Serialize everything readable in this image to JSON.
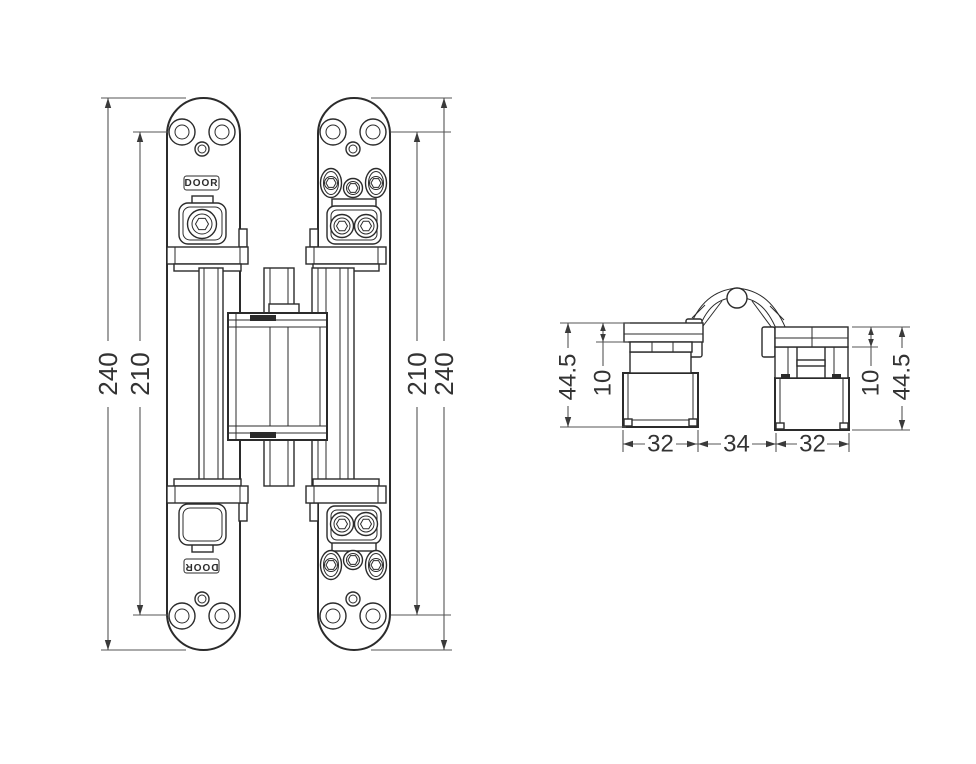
{
  "front_view": {
    "door_label_top": "DOOR",
    "door_label_bottom": "DOOR",
    "dims": {
      "left_outer": "240",
      "left_inner": "210",
      "right_inner": "210",
      "right_outer": "240"
    }
  },
  "side_view": {
    "dims": {
      "left_height": "44.5",
      "left_plate": "10",
      "right_plate": "10",
      "right_height": "44.5",
      "width_left": "32",
      "width_gap": "34",
      "width_right": "32"
    }
  },
  "colors": {
    "outline": "#2b2b2b",
    "dimension_line": "#555555",
    "dimension_text": "#333333",
    "background": "#ffffff"
  }
}
